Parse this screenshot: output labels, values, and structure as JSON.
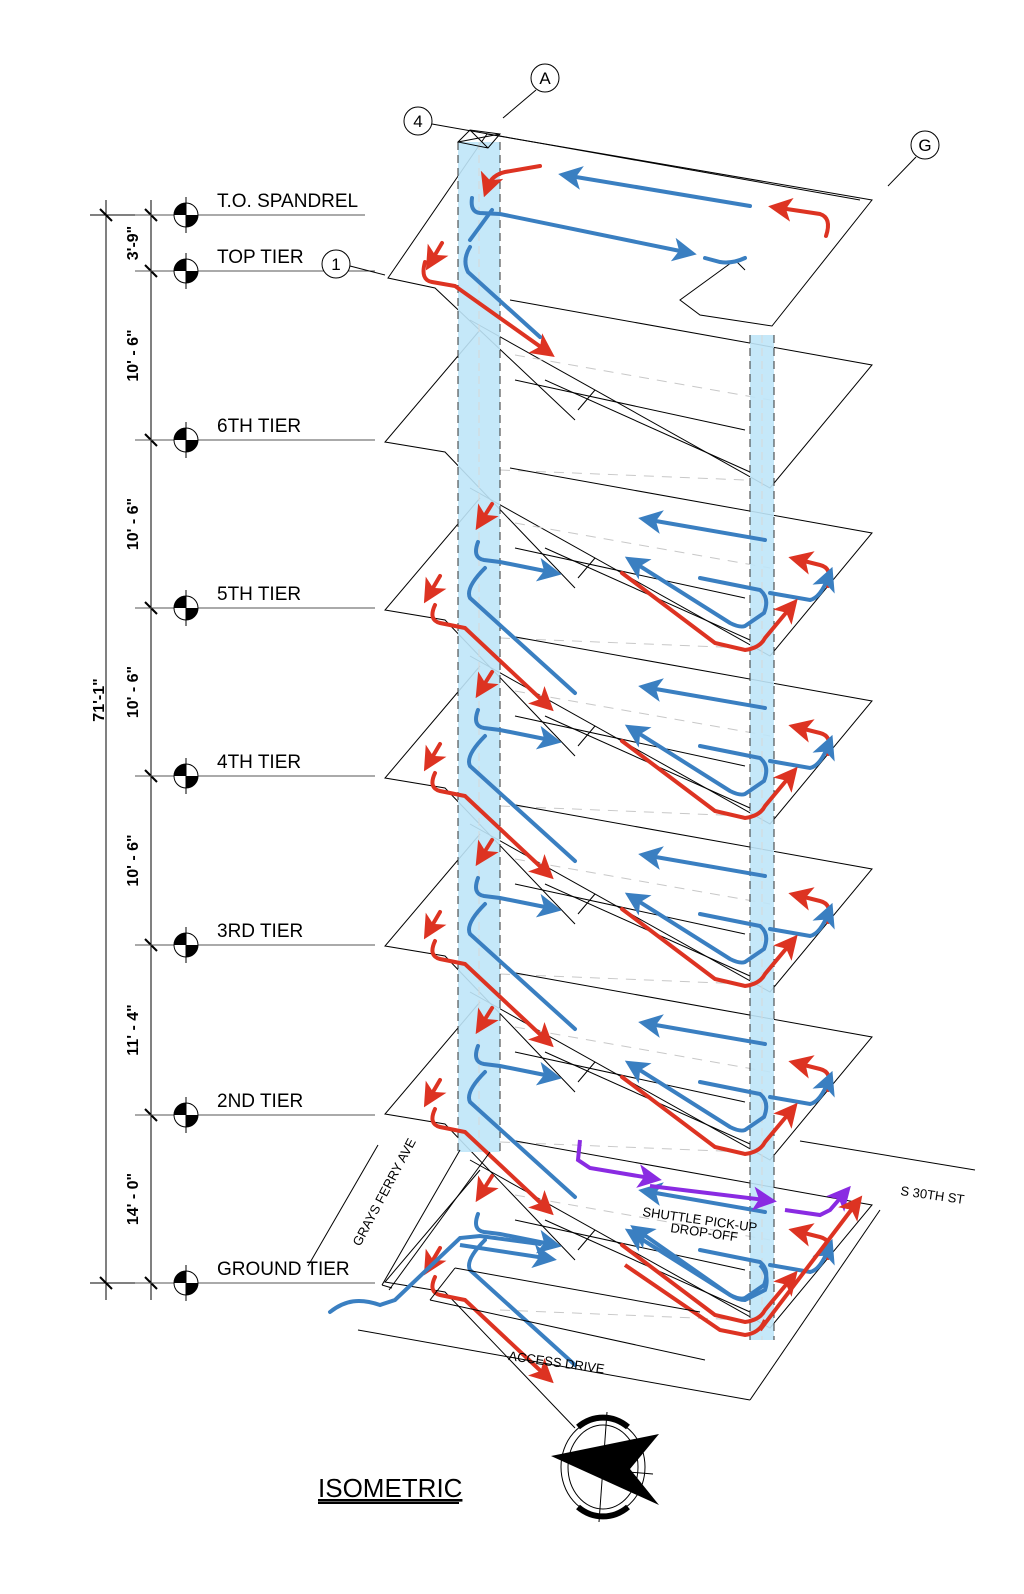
{
  "title": "ISOMETRIC",
  "levels": [
    {
      "name": "T.O. SPANDREL"
    },
    {
      "name": "TOP TIER"
    },
    {
      "name": "6TH TIER"
    },
    {
      "name": "5TH TIER"
    },
    {
      "name": "4TH TIER"
    },
    {
      "name": "3RD TIER"
    },
    {
      "name": "2ND TIER"
    },
    {
      "name": "GROUND TIER"
    }
  ],
  "dimensions": {
    "overall": "71'-1\"",
    "segments": [
      "3'-9\"",
      "10' - 6\"",
      "10' - 6\"",
      "10' - 6\"",
      "10' - 6\"",
      "11' - 4\"",
      "14' - 0\""
    ]
  },
  "grid_bubbles": {
    "a": "A",
    "four": "4",
    "g": "G",
    "one": "1"
  },
  "streets": {
    "grays_ferry": "GRAYS FERRY AVE",
    "s30th": "S 30TH ST",
    "access_drive": "ACCESS DRIVE",
    "shuttle_line1": "SHUTTLE PICK-UP",
    "shuttle_line2": "DROP-OFF"
  },
  "legend_colors": {
    "inbound_flow": "#3a7fc1",
    "outbound_flow": "#dd3322",
    "shuttle_flow": "#8a2be2",
    "column_fill": "#bfe6f8"
  },
  "compass": {
    "icon": "north-arrow-icon"
  }
}
